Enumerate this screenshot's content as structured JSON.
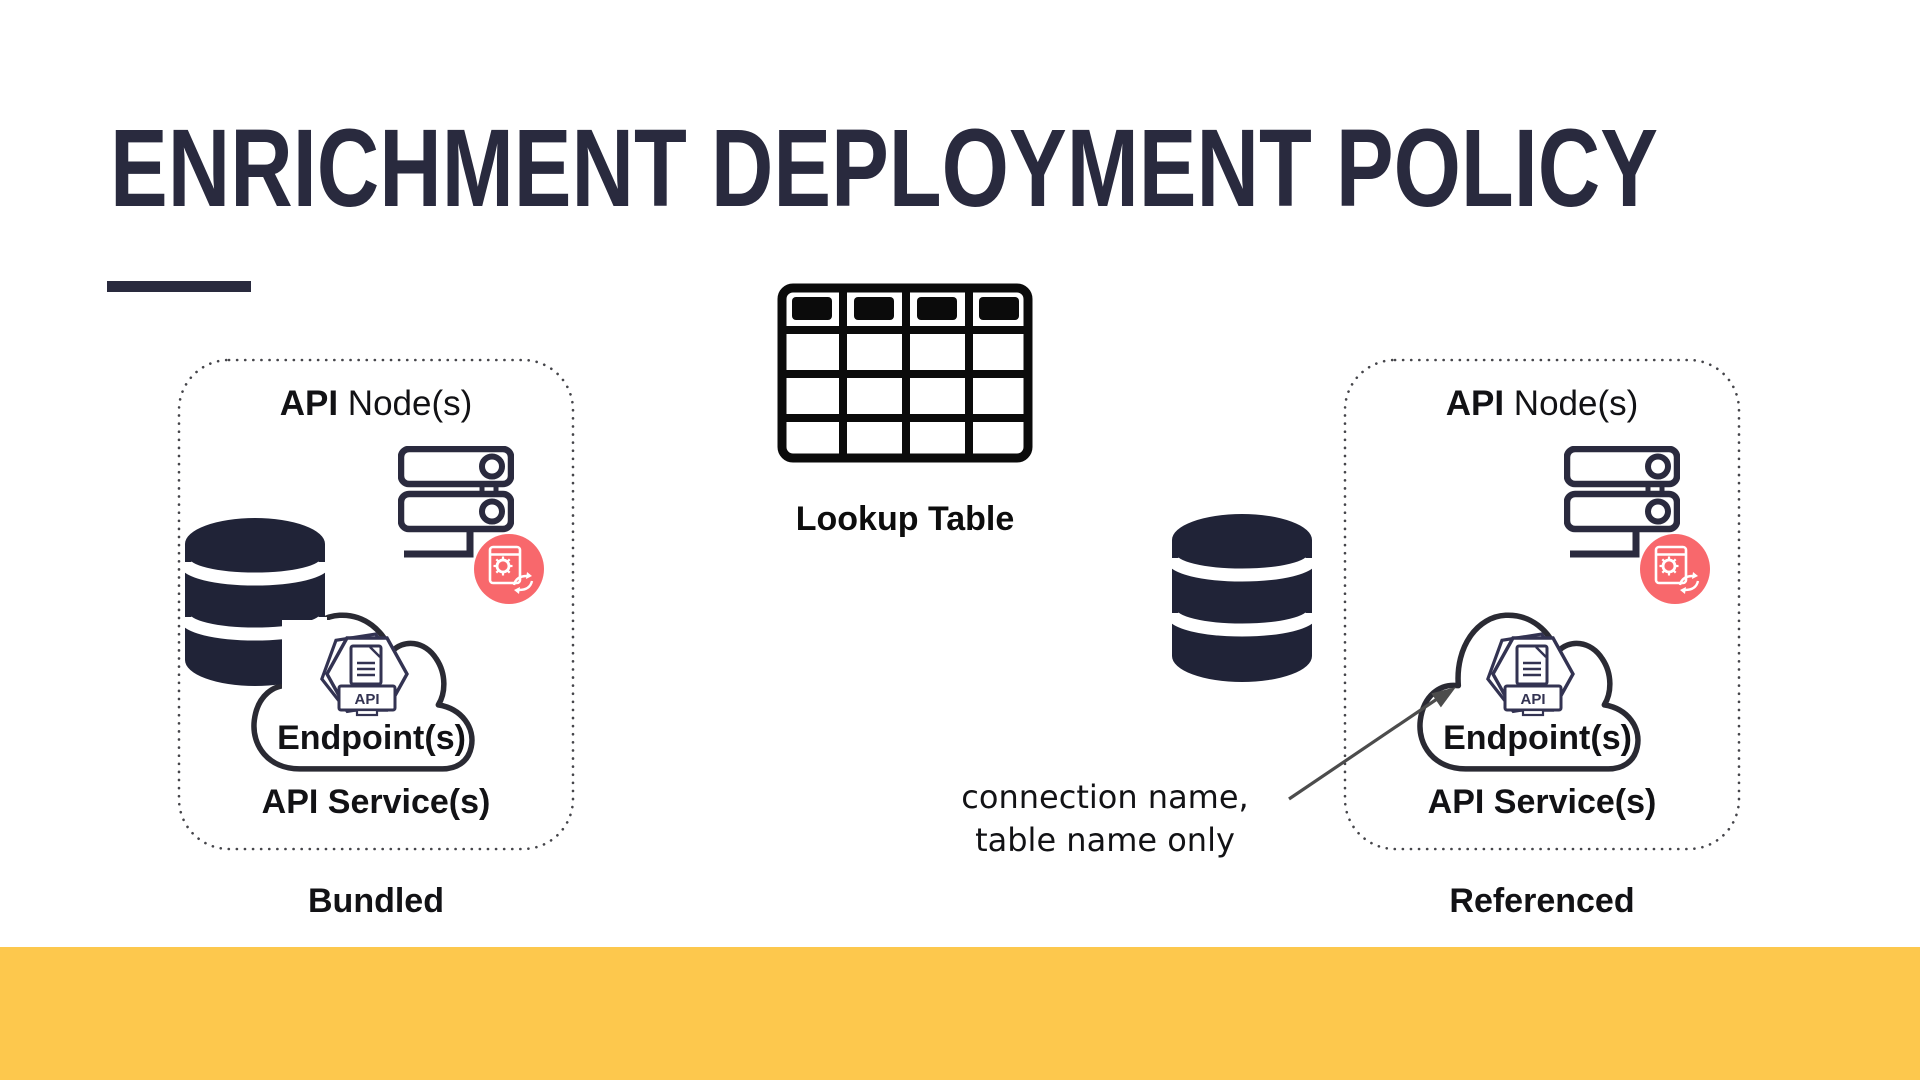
{
  "title": {
    "text": "ENRICHMENT DEPLOYMENT POLICY"
  },
  "colors": {
    "accent_yellow": "#FDC84D",
    "title_navy": "#292A3E",
    "icon_navy": "#2A2A3E",
    "database_navy": "#202337",
    "badge_red": "#F8686C",
    "text_black": "#121215",
    "arrow_gray": "#4C4C4C"
  },
  "lookup_table": {
    "label": "Lookup Table",
    "icon": "table-grid-icon",
    "columns": 4,
    "rows": 4
  },
  "node_box": {
    "api_node_bold": "API",
    "api_node_regular": " Node(s)",
    "endpoint_label": "Endpoint(s)",
    "api_service_label": "API Service(s)",
    "hexagon_label": "API",
    "icons": [
      "server-rack-icon",
      "gear-sync-badge-icon",
      "cloud-icon",
      "api-hexagon-icon",
      "database-cylinder-icon"
    ]
  },
  "captions": {
    "left": "Bundled",
    "right": "Referenced"
  },
  "annotation": {
    "line1": "connection name,",
    "line2": "table name only",
    "arrow": "annotation-arrow-icon"
  }
}
